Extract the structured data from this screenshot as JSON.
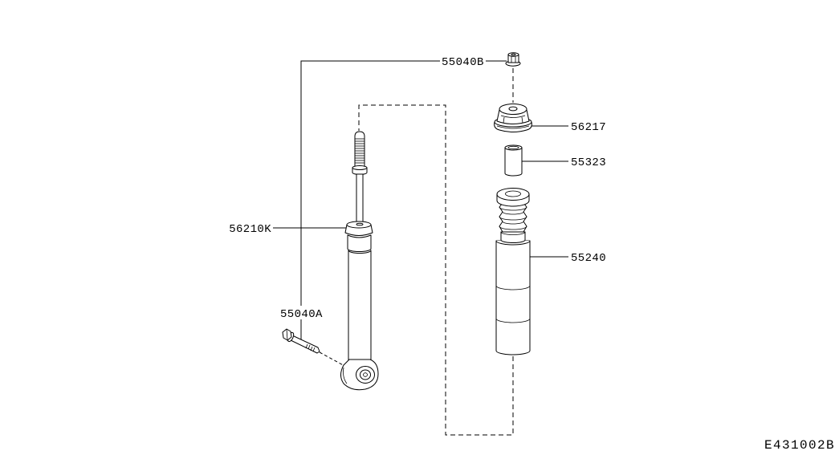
{
  "labels": {
    "nut": "55040B",
    "upper_rubber": "56217",
    "sleeve": "55323",
    "shock_absorber": "56210K",
    "bumper_cover": "55240",
    "bolt": "55040A"
  },
  "diagram_code": "E431002B"
}
